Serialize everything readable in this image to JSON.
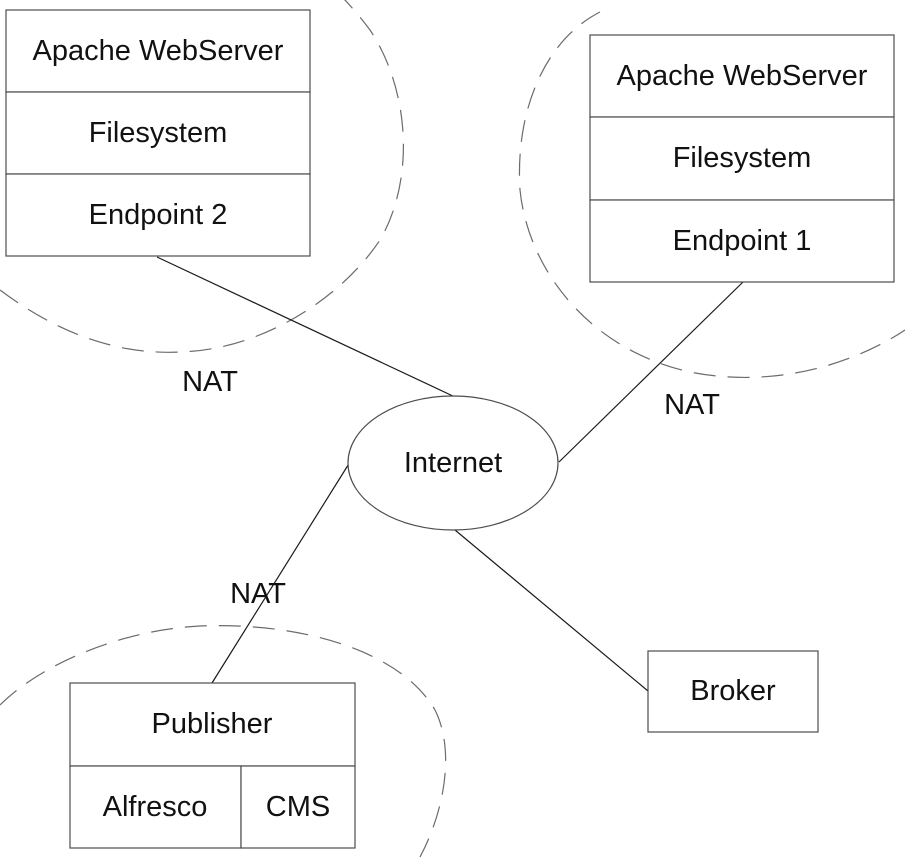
{
  "endpoint2": {
    "rows": [
      "Apache WebServer",
      "Filesystem",
      "Endpoint 2"
    ],
    "nat_label": "NAT"
  },
  "endpoint1": {
    "rows": [
      "Apache WebServer",
      "Filesystem",
      "Endpoint 1"
    ],
    "nat_label": "NAT"
  },
  "internet": {
    "label": "Internet"
  },
  "publisher": {
    "title": "Publisher",
    "components": [
      "Alfresco",
      "CMS"
    ],
    "nat_label": "NAT"
  },
  "broker": {
    "label": "Broker"
  }
}
